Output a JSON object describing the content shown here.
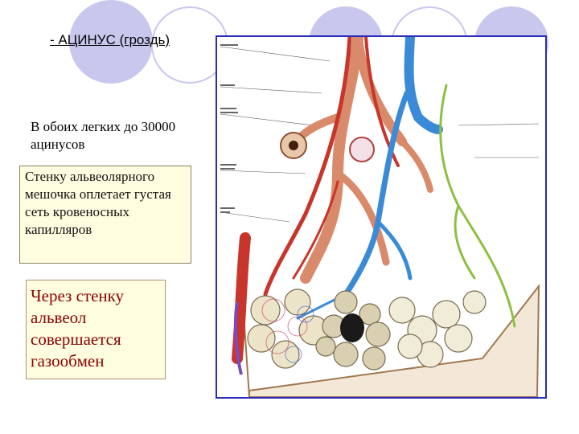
{
  "slide": {
    "title": "- АЦИНУС (гроздь)",
    "note": "В обоих легких до 30000 ацинусов",
    "box_capillaries": "Стенку альвеолярного мешочка оплетает густая сеть кровеносных капилляров",
    "box_gas_exchange": "Через стенку альвеол совершается газообмен"
  },
  "colors": {
    "decor_circle_fill": "#c8c8ee",
    "figure_border": "#2b2bb8",
    "box_fill": "#fffde0",
    "emphasis_text": "#8b0000"
  }
}
